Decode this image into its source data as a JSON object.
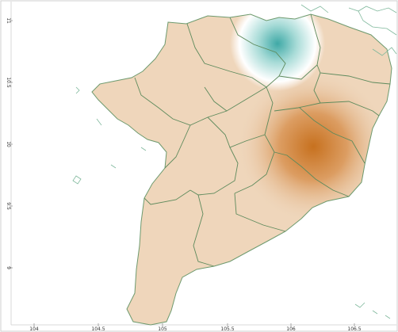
{
  "map": {
    "x_ticks": [
      "104",
      "104.5",
      "105",
      "105.5",
      "106",
      "106.5"
    ],
    "y_ticks": [
      "11",
      "10.5",
      "10",
      "9.5",
      "9"
    ],
    "colors": {
      "land_base": "#f3dfc8",
      "land_mid": "#e9c39b",
      "hot_spot": "#c7711f",
      "cool_spot": "#5fbab6",
      "border": "#5d8a5c",
      "coast_outline": "#7fb89c",
      "frame": "#cfcfcf"
    }
  }
}
